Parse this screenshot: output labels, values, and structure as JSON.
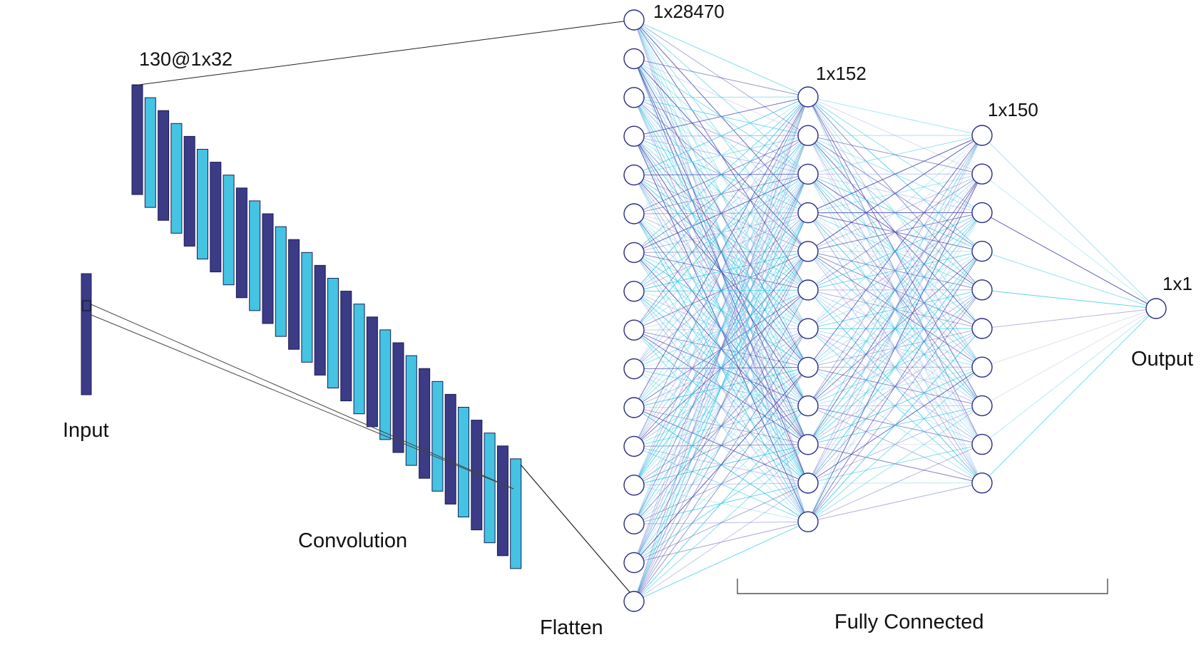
{
  "labels": {
    "input": "Input",
    "conv_shape": "130@1x32",
    "convolution": "Convolution",
    "flatten": "Flatten",
    "flatten_shape": "1x28470",
    "fc1_shape": "1x152",
    "fc2_shape": "1x150",
    "output_shape": "1x1",
    "output": "Output",
    "fully_connected": "Fully Connected"
  },
  "layers": {
    "convolution_feature_maps": 30,
    "flatten_nodes_drawn": 16,
    "fc1_nodes_drawn": 12,
    "fc2_nodes_drawn": 10,
    "output_nodes_drawn": 1
  },
  "colors": {
    "dark_bar": "#3b3b86",
    "light_bar": "#44c3e2",
    "edge_dark": "#3d3da8",
    "edge_light": "#33c6e6",
    "edge_lavender": "#a8a8e6",
    "node_stroke": "#2a2a86",
    "line": "#222222"
  }
}
